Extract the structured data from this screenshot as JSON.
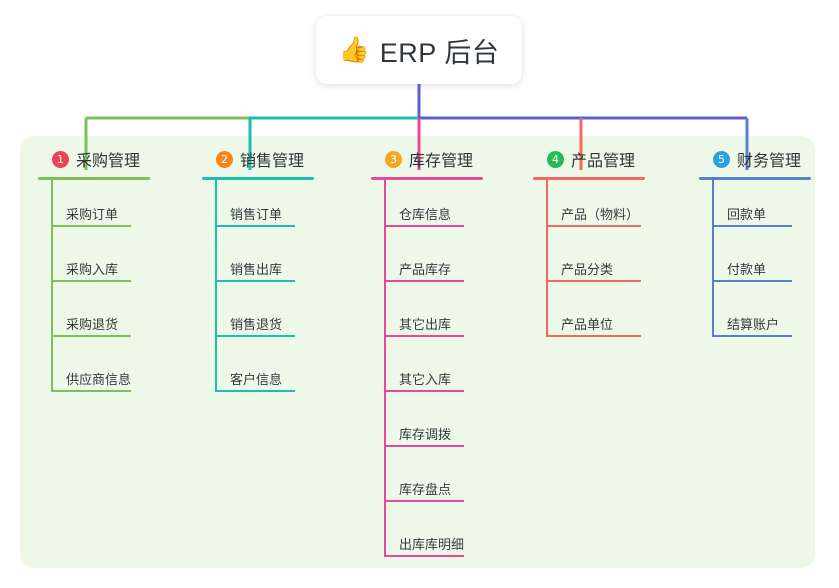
{
  "root": {
    "icon": "thumbs-up-icon",
    "emoji": "👍",
    "title": "ERP 后台"
  },
  "panel": {
    "background": "#eef8e9"
  },
  "connector_colors": {
    "root_stem": "#5b5fd0",
    "bus_left": "#7ec057",
    "bus_mid": "#18c0b0",
    "bus_right": "#5b5fd0"
  },
  "columns": [
    {
      "index": "1",
      "title": "采购管理",
      "color": "#7ec057",
      "badge_color": "#ec4358",
      "rule_width": 112,
      "item_rule_width": 80,
      "items": [
        {
          "label": "采购订单"
        },
        {
          "label": "采购入库"
        },
        {
          "label": "采购退货"
        },
        {
          "label": "供应商信息"
        }
      ]
    },
    {
      "index": "2",
      "title": "销售管理",
      "color": "#18c0b0",
      "badge_color": "#f5861f",
      "rule_width": 112,
      "item_rule_width": 80,
      "items": [
        {
          "label": "销售订单"
        },
        {
          "label": "销售出库"
        },
        {
          "label": "销售退货"
        },
        {
          "label": "客户信息"
        }
      ]
    },
    {
      "index": "3",
      "title": "库存管理",
      "color": "#ec4899",
      "badge_color": "#f5a623",
      "rule_width": 112,
      "item_rule_width": 80,
      "items": [
        {
          "label": "仓库信息"
        },
        {
          "label": "产品库存"
        },
        {
          "label": "其它出库"
        },
        {
          "label": "其它入库"
        },
        {
          "label": "库存调拨"
        },
        {
          "label": "库存盘点"
        },
        {
          "label": "出库库明细"
        }
      ]
    },
    {
      "index": "4",
      "title": "产品管理",
      "color": "#f4685f",
      "badge_color": "#24bb5a",
      "rule_width": 112,
      "item_rule_width": 95,
      "items": [
        {
          "label": "产品（物料）"
        },
        {
          "label": "产品分类"
        },
        {
          "label": "产品单位"
        }
      ]
    },
    {
      "index": "5",
      "title": "财务管理",
      "color": "#5b7fd0",
      "badge_color": "#29a3e0",
      "rule_width": 112,
      "item_rule_width": 80,
      "items": [
        {
          "label": "回款单"
        },
        {
          "label": "付款单"
        },
        {
          "label": "结算账户"
        }
      ]
    }
  ]
}
